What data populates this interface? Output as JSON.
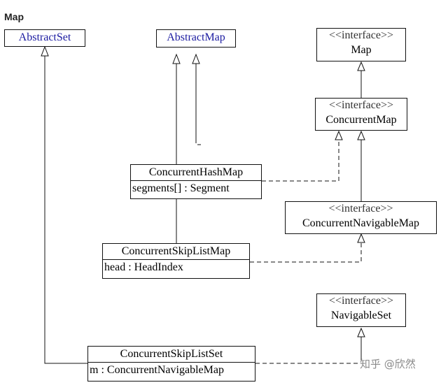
{
  "header": {
    "title": "Map"
  },
  "classes": {
    "abstract_set": {
      "name": "AbstractSet"
    },
    "abstract_map": {
      "name": "AbstractMap"
    },
    "map": {
      "stereotype": "<<interface>>",
      "name": "Map"
    },
    "concurrent_map": {
      "stereotype": "<<interface>>",
      "name": "ConcurrentMap"
    },
    "concurrent_hash_map": {
      "name": "ConcurrentHashMap",
      "attribute": "segments[] : Segment"
    },
    "concurrent_navigable_map": {
      "stereotype": "<<interface>>",
      "name": "ConcurrentNavigableMap"
    },
    "concurrent_skip_list_map": {
      "name": "ConcurrentSkipListMap",
      "attribute": "head : HeadIndex"
    },
    "navigable_set": {
      "stereotype": "<<interface>>",
      "name": "NavigableSet"
    },
    "concurrent_skip_list_set": {
      "name": "ConcurrentSkipListSet",
      "attribute": "m : ConcurrentNavigableMap"
    }
  },
  "watermark": {
    "text": "知乎 @欣然"
  },
  "colors": {
    "line": "#111111",
    "abstract_class_name": "#1a1aa0"
  }
}
